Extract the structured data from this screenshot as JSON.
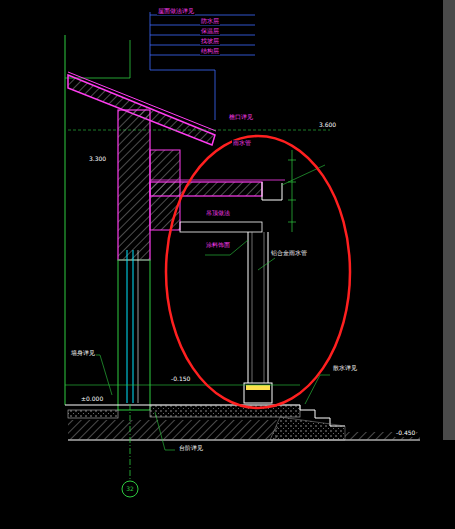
{
  "diagram": {
    "labels": [
      "屋面做法详见",
      "防水层",
      "保温层",
      "找坡层",
      "结构层",
      "3.600",
      "檐口详见",
      "雨水管",
      "3.300",
      "吊顶做法",
      "涂料饰面",
      "铝合金雨水管",
      "±0.000",
      "-0.150",
      "-0.450",
      "散水详见",
      "台阶详见",
      "墙身详见",
      "32"
    ]
  }
}
